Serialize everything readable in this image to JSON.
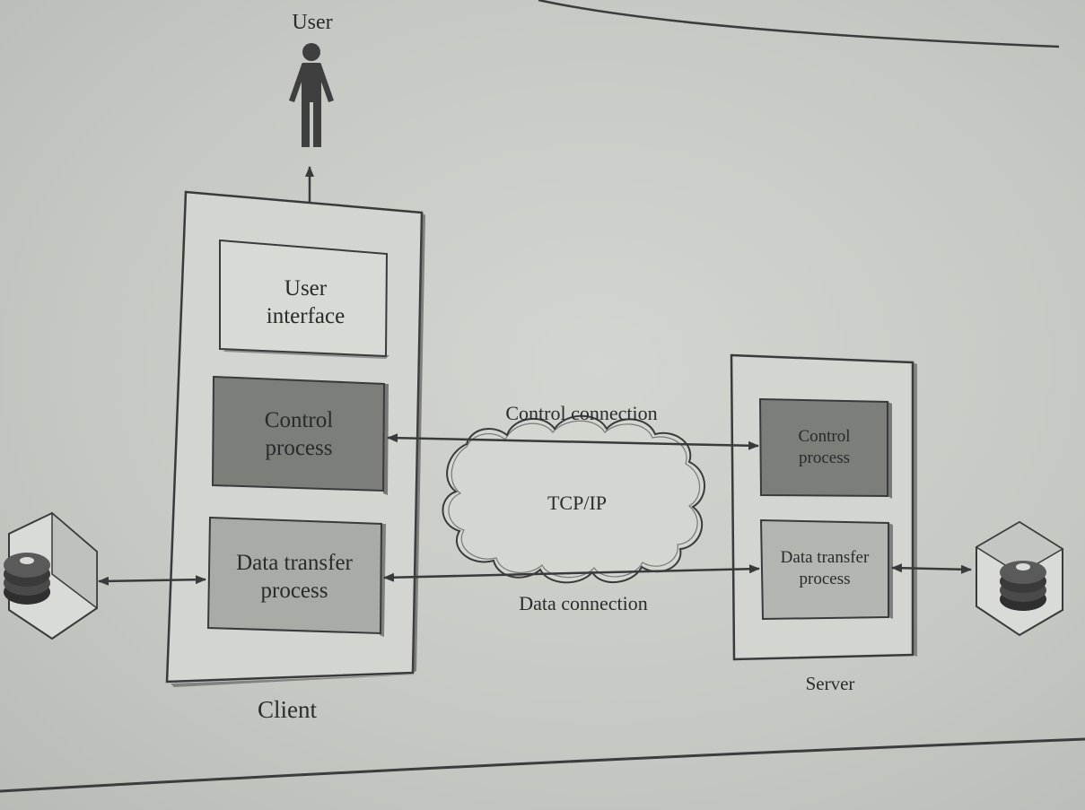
{
  "user": {
    "label": "User"
  },
  "client": {
    "label": "Client",
    "user_interface": {
      "line1": "User",
      "line2": "interface"
    },
    "control_process": {
      "line1": "Control",
      "line2": "process"
    },
    "data_transfer_process": {
      "line1": "Data transfer",
      "line2": "process"
    }
  },
  "server": {
    "label": "Server",
    "control_process": {
      "line1": "Control",
      "line2": "process"
    },
    "data_transfer_process": {
      "line1": "Data transfer",
      "line2": "process"
    }
  },
  "network": {
    "cloud_label": "TCP/IP",
    "control_connection_label": "Control connection",
    "data_connection_label": "Data connection"
  },
  "colors": {
    "page": "#c9cbc6",
    "box_fill": "#d6d8d3",
    "dark_box_fill": "#7c7e7a",
    "medium_box_fill": "#a9aba6",
    "line": "#3a3a3a",
    "shadow": "#4a4a4a"
  }
}
